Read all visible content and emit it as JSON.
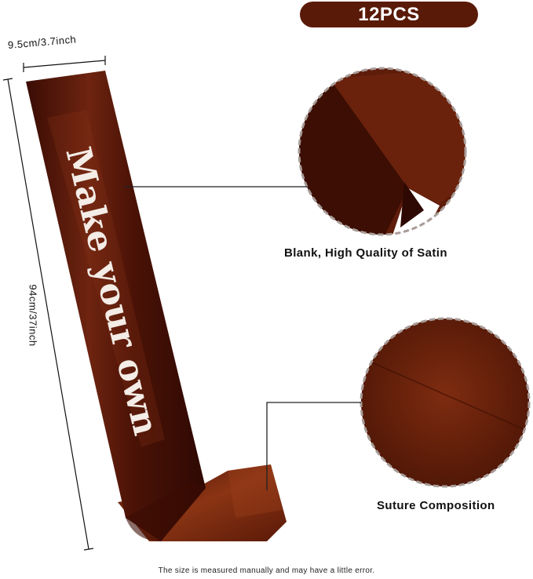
{
  "badge": {
    "label": "12PCS"
  },
  "dimensions": {
    "width_label": "9.5cm/3.7inch",
    "height_label": "94cm/37inch"
  },
  "sash": {
    "text": "Make your own"
  },
  "callouts": {
    "satin_label": "Blank, High Quality of Satin",
    "suture_label": "Suture Composition"
  },
  "footnote": "The size is measured manually and may have a little error.",
  "colors": {
    "badge": "#5a1a08",
    "satin_dark": "#3c0e04",
    "satin_mid": "#5e1c0a",
    "satin_light": "#7a2a10"
  }
}
